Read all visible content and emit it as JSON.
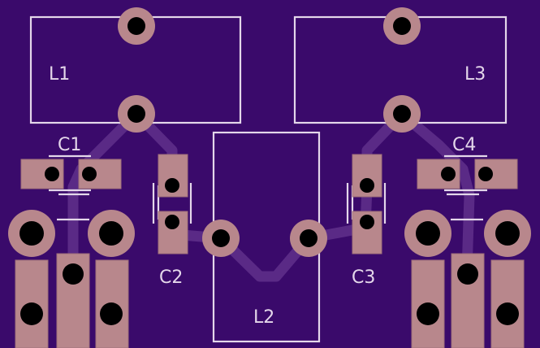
{
  "colors": {
    "board": "#3a0a6b",
    "trace": "#5a2a86",
    "silkscreen": "#e4d7ea",
    "pad": "#b8878c",
    "drill": "#000000"
  },
  "labels": {
    "L1": "L1",
    "L2": "L2",
    "L3": "L3",
    "C1": "C1",
    "C2": "C2",
    "C3": "C3",
    "C4": "C4"
  }
}
